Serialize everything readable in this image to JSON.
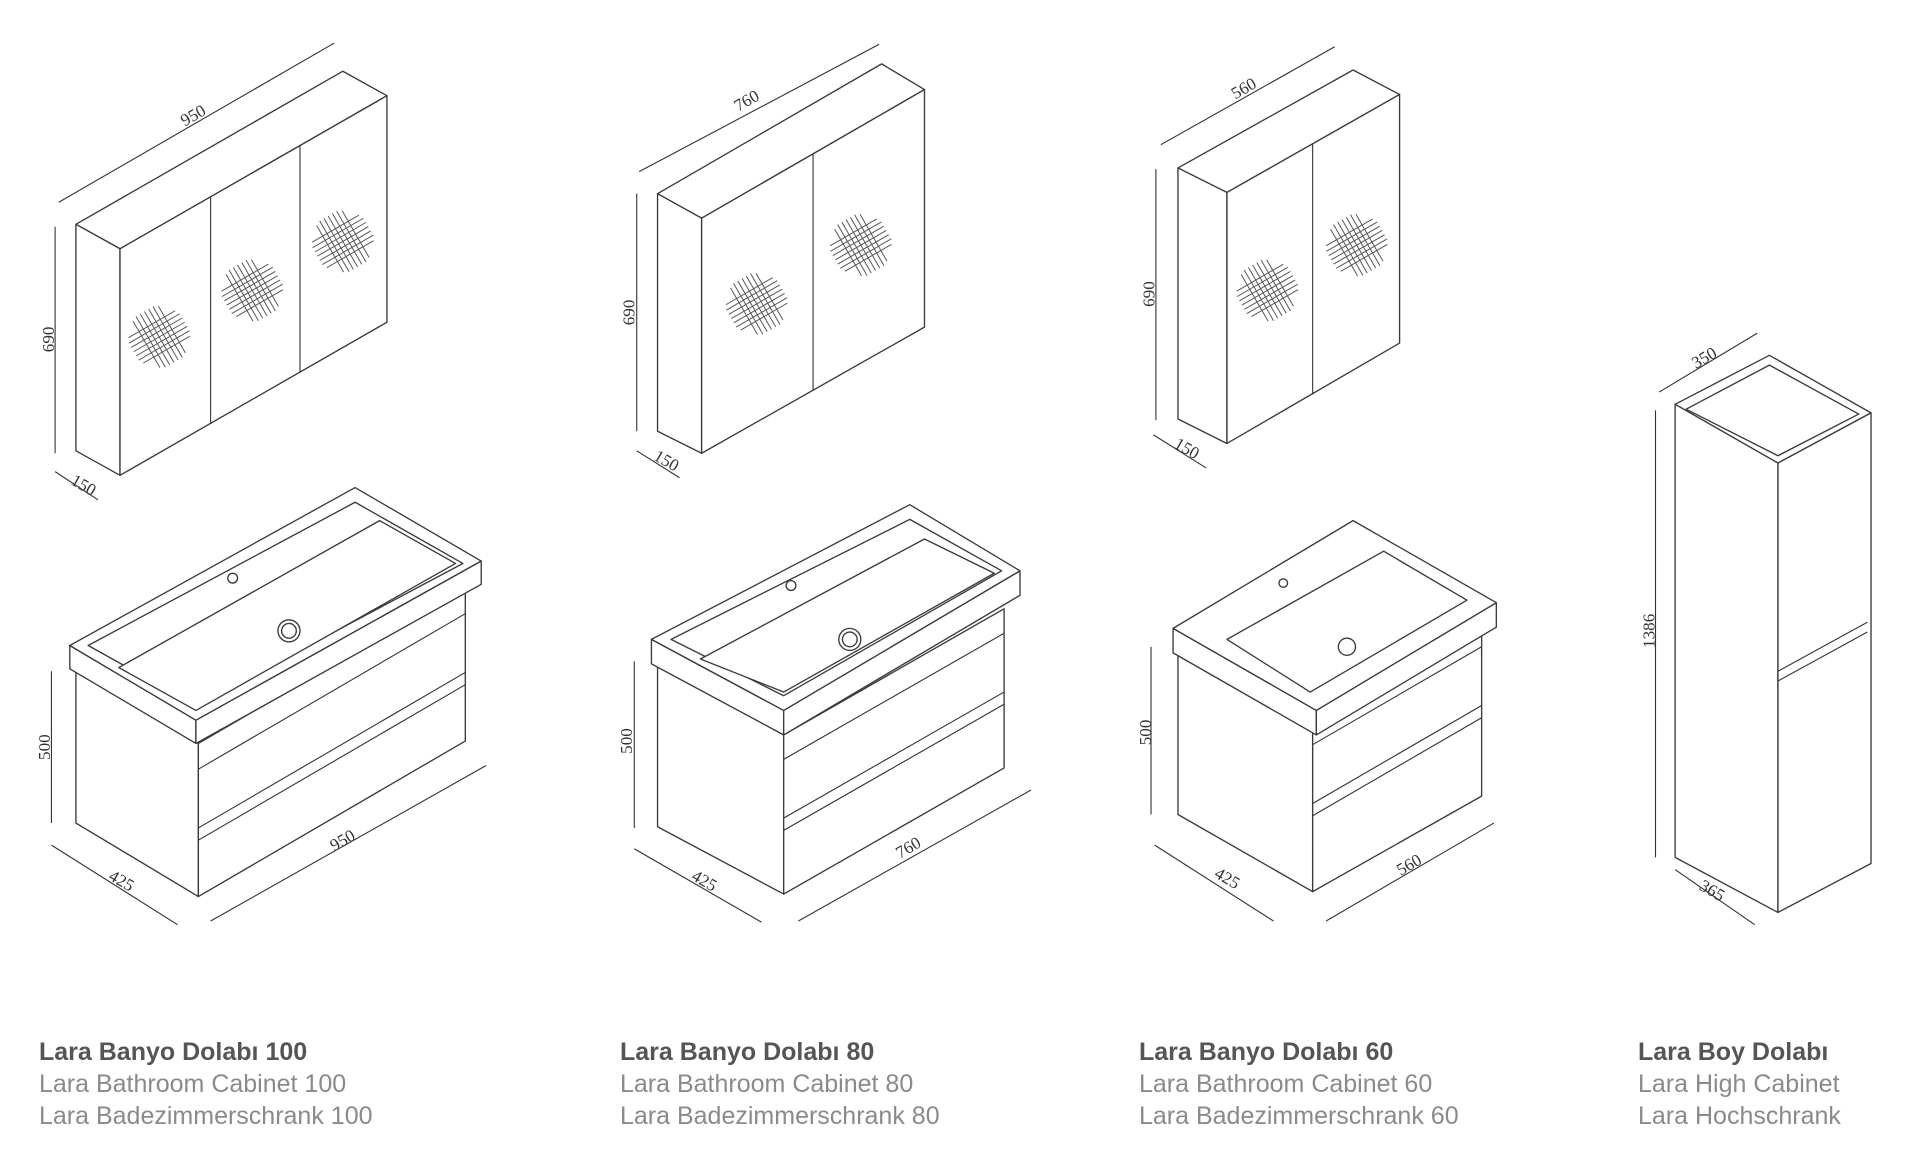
{
  "products": [
    {
      "name_tr": "Lara Banyo Dolabı 100",
      "name_en": "Lara Bathroom Cabinet 100",
      "name_de": "Lara Badezimmerschrank 100",
      "mirror": {
        "width": "950",
        "height": "690",
        "depth": "150"
      },
      "vanity": {
        "height": "500",
        "depth": "425",
        "width": "950"
      }
    },
    {
      "name_tr": "Lara Banyo Dolabı 80",
      "name_en": "Lara Bathroom Cabinet 80",
      "name_de": "Lara Badezimmerschrank 80",
      "mirror": {
        "width": "760",
        "height": "690",
        "depth": "150"
      },
      "vanity": {
        "height": "500",
        "depth": "425",
        "width": "760"
      }
    },
    {
      "name_tr": "Lara Banyo Dolabı 60",
      "name_en": "Lara Bathroom Cabinet 60",
      "name_de": "Lara Badezimmerschrank 60",
      "mirror": {
        "width": "560",
        "height": "690",
        "depth": "150"
      },
      "vanity": {
        "height": "500",
        "depth": "425",
        "width": "560"
      }
    },
    {
      "name_tr": "Lara Boy Dolabı",
      "name_en": "Lara High Cabinet",
      "name_de": "Lara Hochschrank",
      "tall": {
        "width": "350",
        "height": "1386",
        "depth": "365"
      }
    }
  ]
}
